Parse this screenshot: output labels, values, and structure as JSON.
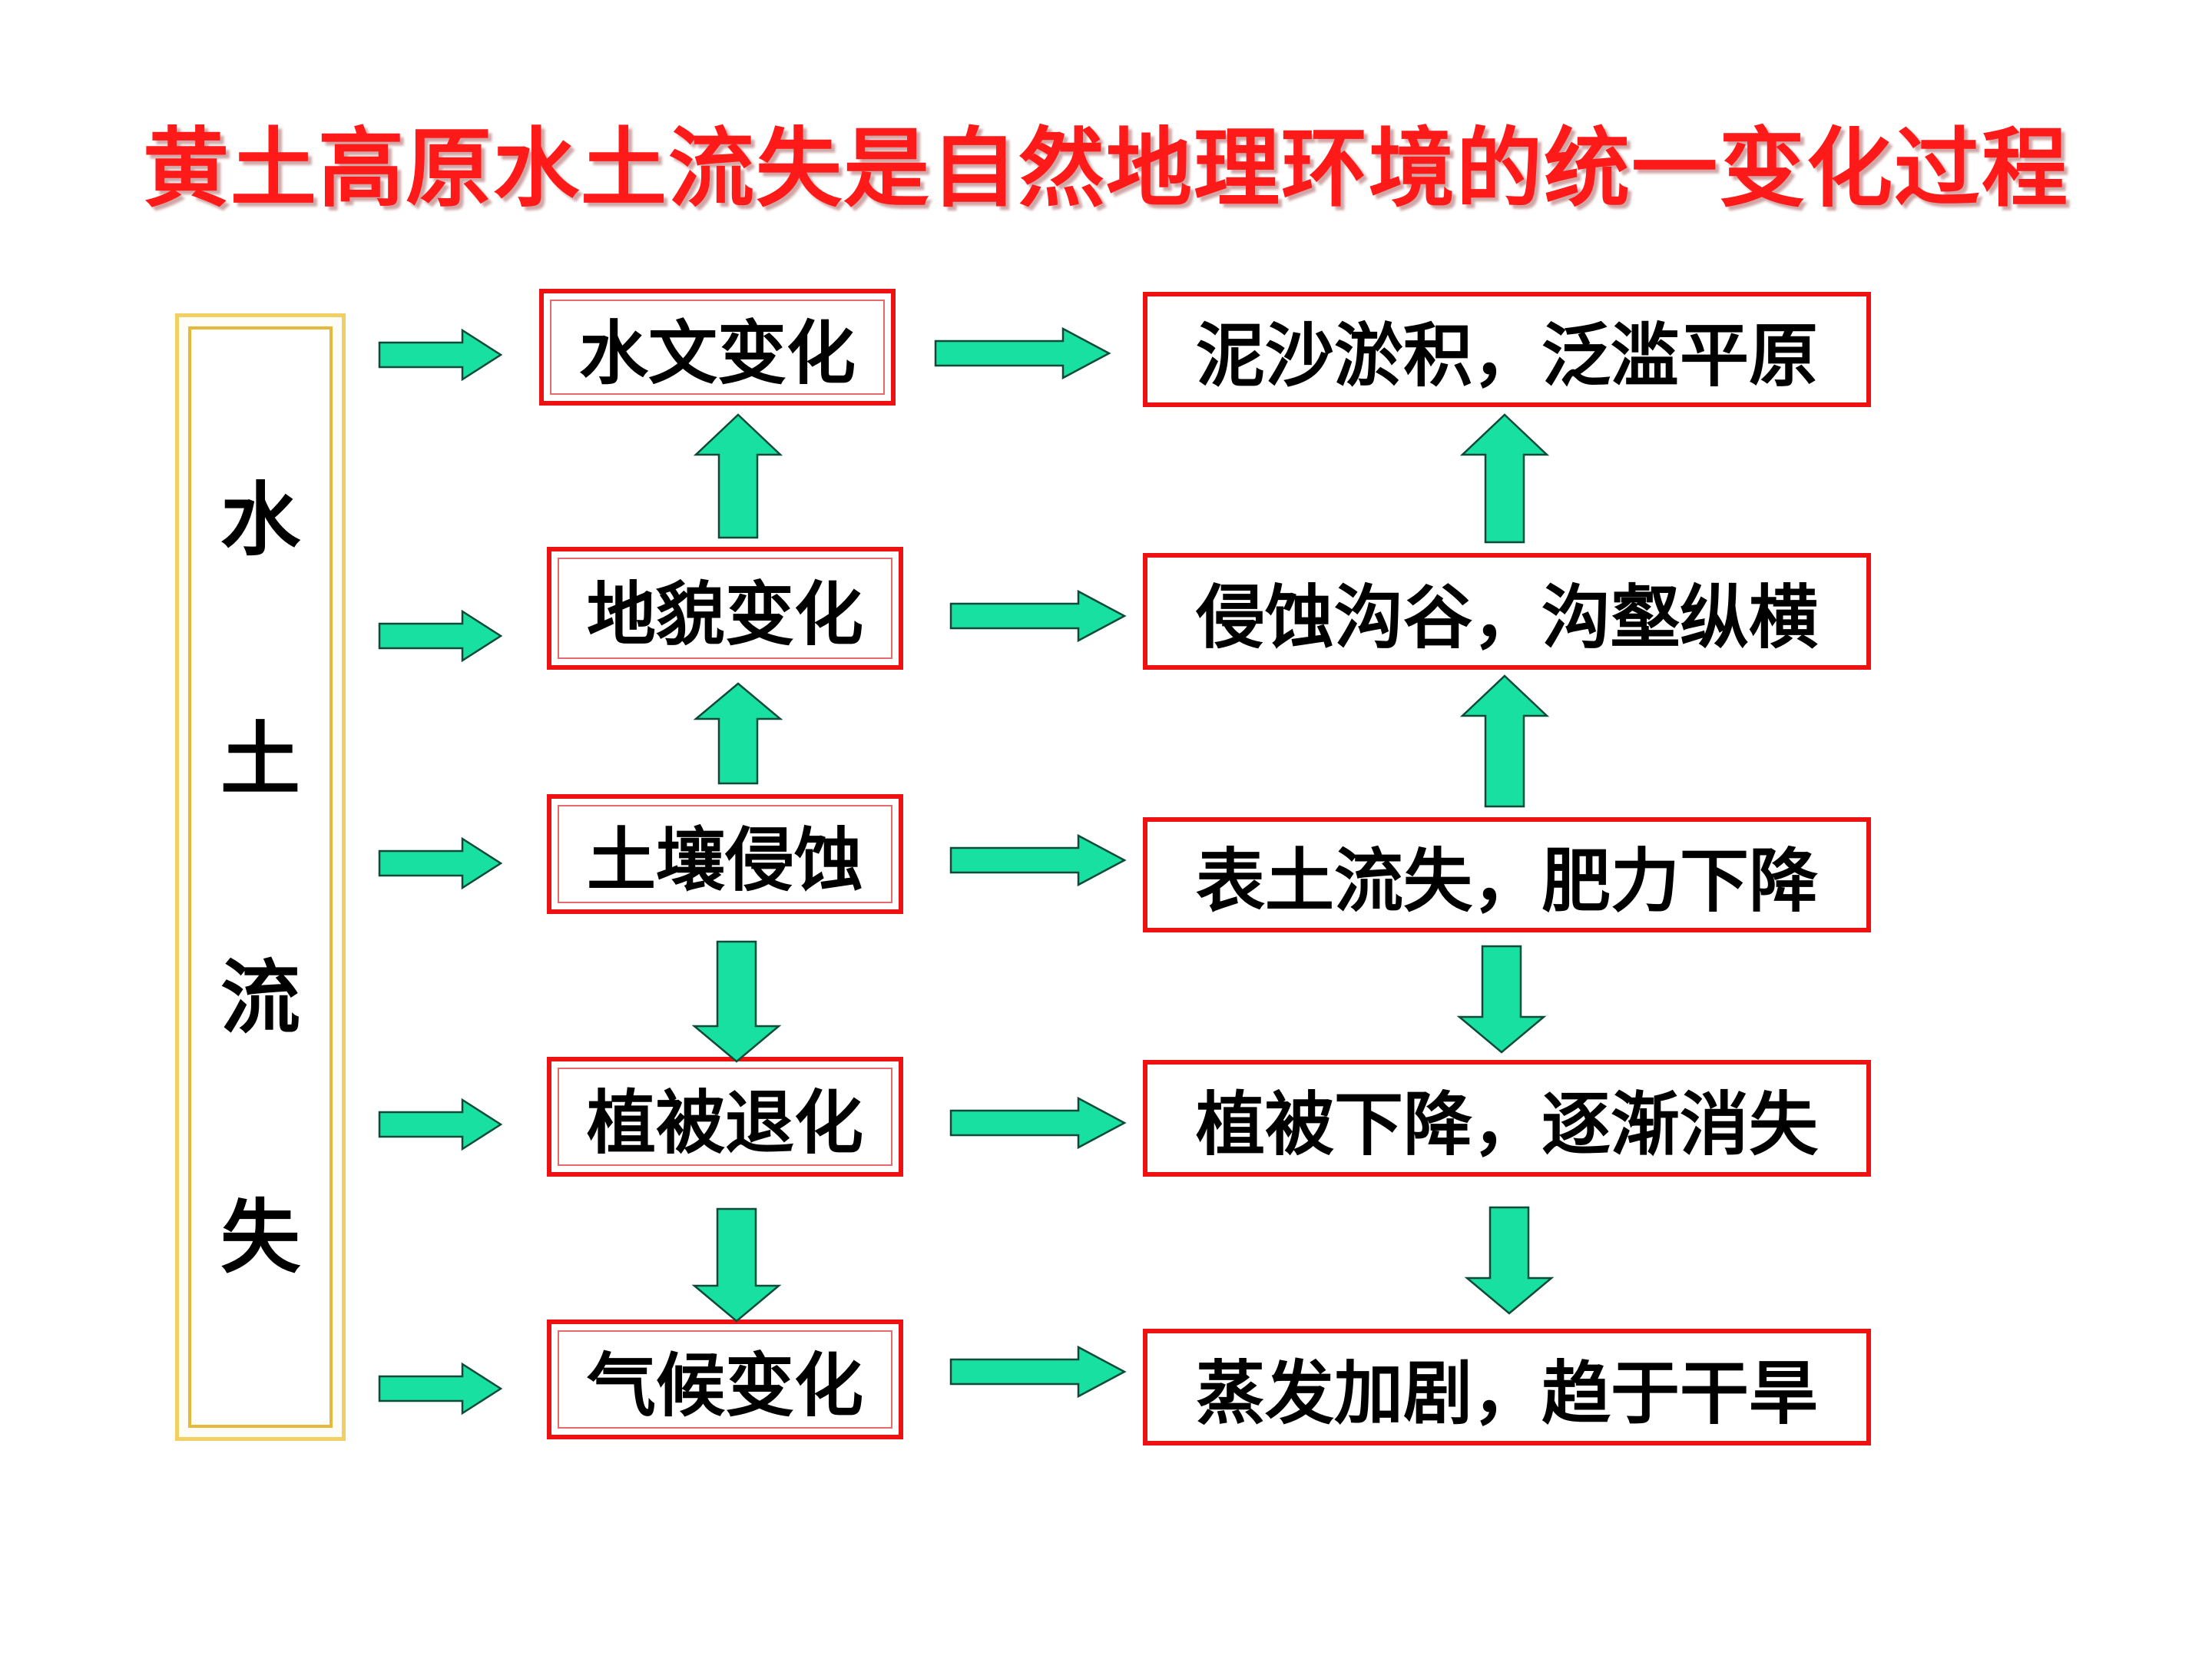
{
  "title": "黄土高原水土流失是自然地理环境的统一变化过程",
  "side_label": [
    "水",
    "土",
    "流",
    "失"
  ],
  "middle_boxes": [
    "水文变化",
    "地貌变化",
    "土壤侵蚀",
    "植被退化",
    "气候变化"
  ],
  "right_boxes": [
    "泥沙淤积，泛滥平原",
    "侵蚀沟谷，沟壑纵横",
    "表土流失，肥力下降",
    "植被下降，逐渐消失",
    "蒸发加剧，趋于干旱"
  ],
  "colors": {
    "title": "#ff1a1a",
    "box_border": "#ee1111",
    "arrow_fill": "#17e0a0",
    "side_border": "#f2cf63"
  }
}
